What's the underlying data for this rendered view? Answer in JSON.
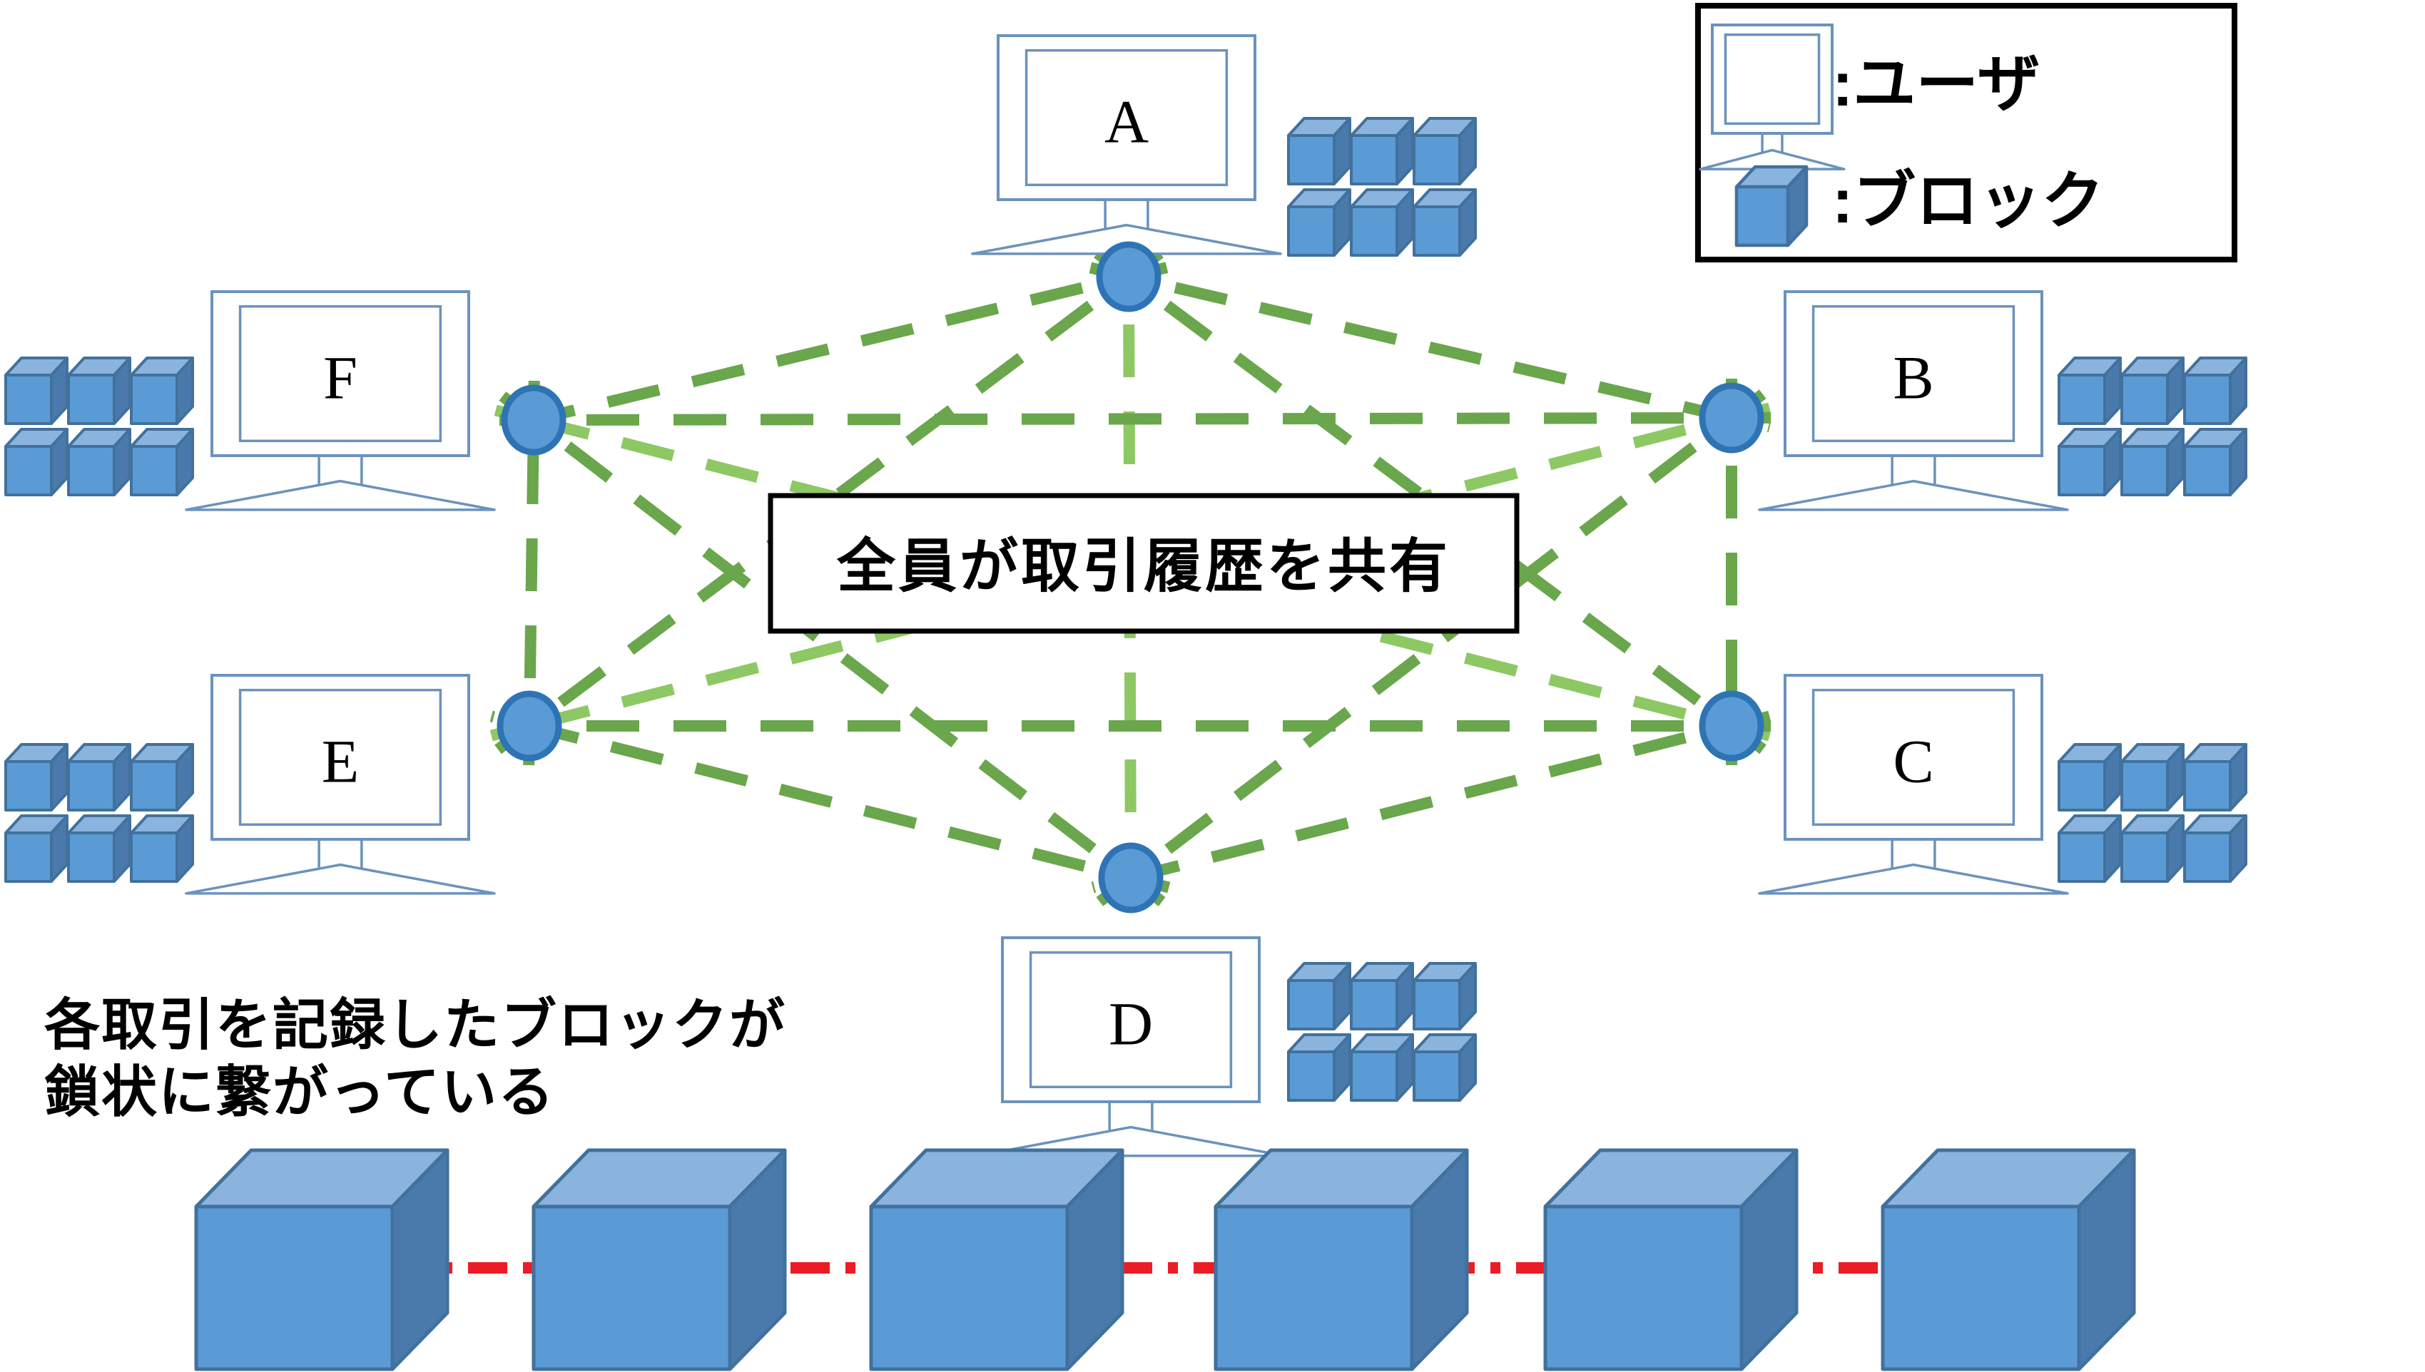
{
  "legend": {
    "items": [
      {
        "icon": "user-monitor-icon",
        "label": ":ユーザ"
      },
      {
        "icon": "block-cube-icon",
        "label": ":ブロック"
      }
    ]
  },
  "captions": {
    "share_box": "全員が取引履歴を共有",
    "chain_note_line1": "各取引を記録したブロックが",
    "chain_note_line2": "鎖状に繋がっている"
  },
  "network": {
    "topology": "full-mesh",
    "nodes": [
      {
        "id": "A",
        "label": "A",
        "blocks": 6
      },
      {
        "id": "B",
        "label": "B",
        "blocks": 6
      },
      {
        "id": "C",
        "label": "C",
        "blocks": 6
      },
      {
        "id": "D",
        "label": "D",
        "blocks": 6
      },
      {
        "id": "E",
        "label": "E",
        "blocks": 6
      },
      {
        "id": "F",
        "label": "F",
        "blocks": 6
      }
    ],
    "edges": [
      {
        "from": "A",
        "to": "D",
        "tone": "light"
      },
      {
        "from": "B",
        "to": "E",
        "tone": "light"
      },
      {
        "from": "C",
        "to": "F",
        "tone": "light"
      },
      {
        "from": "A",
        "to": "B",
        "tone": "dark"
      },
      {
        "from": "A",
        "to": "C",
        "tone": "dark"
      },
      {
        "from": "A",
        "to": "E",
        "tone": "dark"
      },
      {
        "from": "A",
        "to": "F",
        "tone": "dark"
      },
      {
        "from": "B",
        "to": "C",
        "tone": "dark"
      },
      {
        "from": "B",
        "to": "D",
        "tone": "dark"
      },
      {
        "from": "B",
        "to": "F",
        "tone": "dark"
      },
      {
        "from": "C",
        "to": "D",
        "tone": "dark"
      },
      {
        "from": "C",
        "to": "E",
        "tone": "dark"
      },
      {
        "from": "D",
        "to": "E",
        "tone": "dark"
      },
      {
        "from": "D",
        "to": "F",
        "tone": "dark"
      },
      {
        "from": "E",
        "to": "F",
        "tone": "dark"
      }
    ]
  },
  "blockchain_row": {
    "block_count": 6,
    "link_style": "dash-dot"
  },
  "colors": {
    "node_fill": "#5b9bd5",
    "node_stroke": "#2e74b5",
    "edge_dark": "#6aa64c",
    "edge_light": "#8dc864",
    "cube_front": "#5b9bd5",
    "cube_top": "#8ab4de",
    "cube_side": "#4a7aab",
    "cube_stroke": "#41719c",
    "monitor_stroke": "#6b92bd",
    "chain_link": "#ec1c24",
    "box_border": "#000000"
  }
}
